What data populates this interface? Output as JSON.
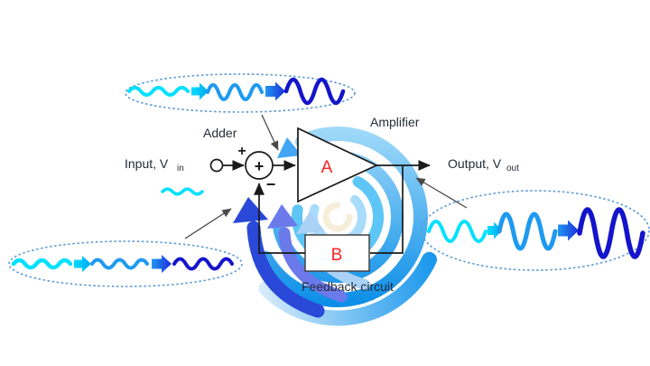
{
  "labels": {
    "adder": "Adder",
    "amplifier": "Amplifier",
    "input_main": "Input, V",
    "input_sub": "in",
    "output_main": "Output, V",
    "output_sub": "out",
    "feedback_circuit": "Feedback circuit",
    "amplifier_gain": "A",
    "feedback_gain": "B",
    "adder_plus_input": "+",
    "adder_symbol": "+",
    "adder_minus_input": "−"
  },
  "diagram": {
    "type": "negative-feedback-amplifier-block-diagram",
    "blocks": [
      "Adder",
      "Amplifier (A)",
      "Feedback circuit (B)"
    ],
    "waveform_groups": [
      {
        "name": "adder-input-waves",
        "stages": [
          "small-cyan",
          "medium-blue",
          "large-dark-blue"
        ]
      },
      {
        "name": "feedback-loop-waves",
        "stages": [
          "small-cyan",
          "small-blue",
          "small-dark-blue"
        ]
      },
      {
        "name": "output-waves",
        "stages": [
          "medium-cyan",
          "large-blue",
          "largest-dark-blue"
        ]
      }
    ]
  },
  "colors": {
    "wave_cyan": "#00e0ff",
    "wave_blue": "#1e9af0",
    "wave_dark": "#1414cc",
    "ellipse_dotted": "#5b9bd5",
    "text_dark": "#242b38",
    "label_red": "#ff2020",
    "wire_black": "#1a1a1a",
    "annotation_gray": "#4a4a4a",
    "arrow_cyan_light": "#00dcff",
    "arrow_cyan_dark": "#00a8f0",
    "arrow_blue_light": "#2196f3",
    "arrow_blue_dark": "#1b2fd8",
    "ring_light": "#9fd9f9",
    "ring_dark": "#0d8fe8",
    "swoosh_light": "#d9ecfa",
    "swoosh_dark": "#1897ec",
    "swirl_light": "#5ec6f6",
    "swirl_pale": "#a9dbfa",
    "swirl_cream": "#f7eeda",
    "swirl_mid": "#42a5f5",
    "swirl_arrow_dark": "#2a49d8",
    "swirl_arrow_mid": "#6b79ea",
    "swirl_arrow_light": "#a9d2f6"
  }
}
